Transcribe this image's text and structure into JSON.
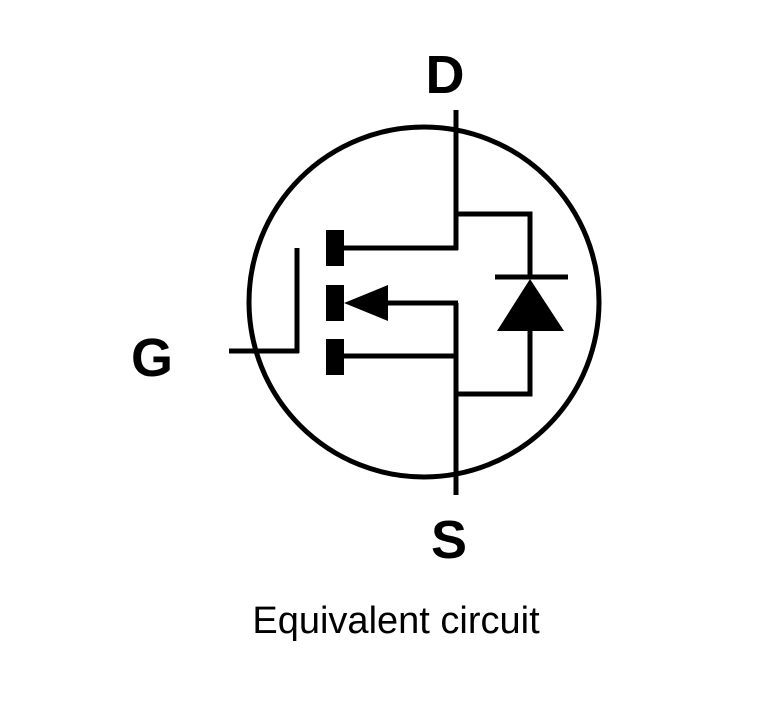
{
  "diagram": {
    "pins": {
      "drain": "D",
      "gate": "G",
      "source": "S"
    },
    "caption": "Equivalent circuit"
  }
}
